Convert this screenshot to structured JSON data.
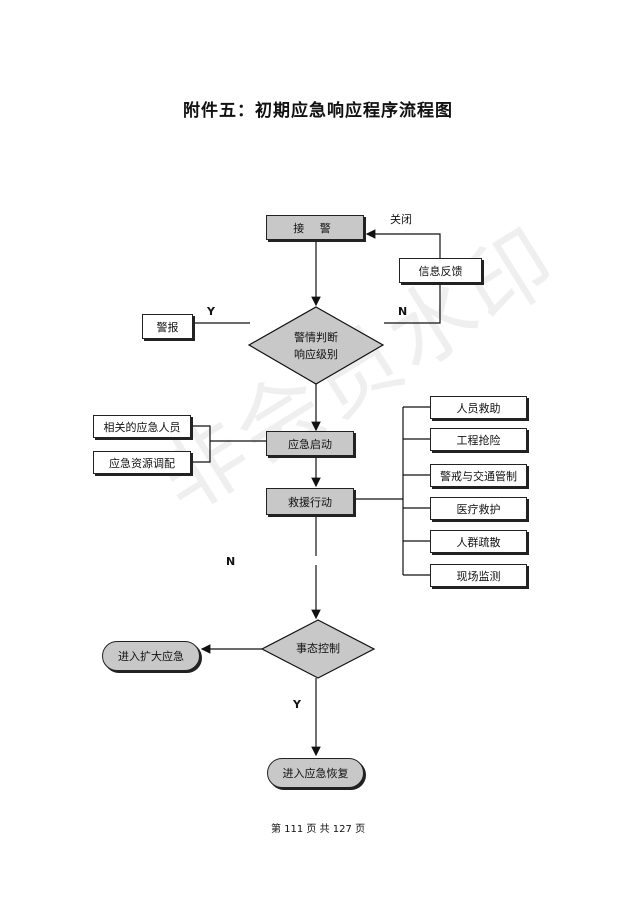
{
  "title": "附件五：初期应急响应程序流程图",
  "watermark": "非会员水印",
  "nodes": {
    "receive_alarm": "接 警",
    "info_feedback": "信息反馈",
    "close": "关闭",
    "report": "警报",
    "judge_line1": "警情判断",
    "judge_line2": "响应级别",
    "personnel": "相关的应急人员",
    "resources": "应急资源调配",
    "launch": "应急启动",
    "rescue_action": "救援行动",
    "actions": [
      "人员救助",
      "工程抢险",
      "警戒与交通管制",
      "医疗救护",
      "人群疏散",
      "现场监测"
    ],
    "event_control": "事态控制",
    "expand": "进入扩大应急",
    "recover": "进入应急恢复"
  },
  "labels": {
    "y_top": "Y",
    "n_top": "N",
    "n_mid": "N",
    "y_bottom": "Y"
  },
  "footer": {
    "prefix": "第",
    "page": "111",
    "middle": "页 共",
    "total": "127",
    "suffix": "页"
  }
}
